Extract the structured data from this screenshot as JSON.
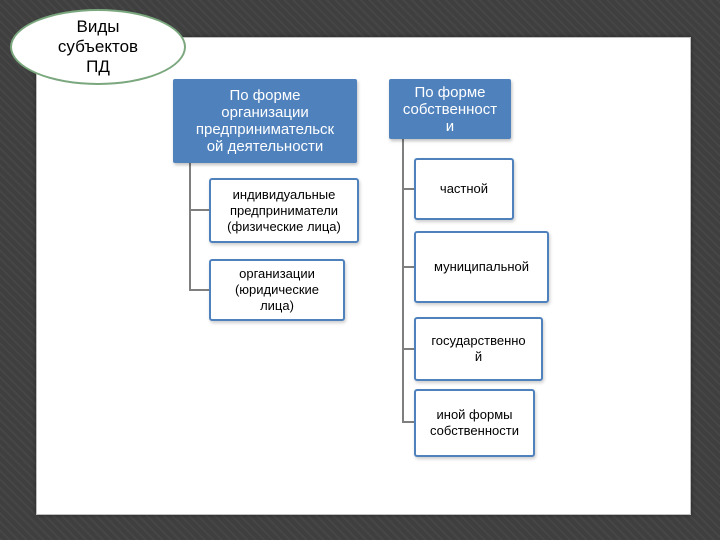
{
  "oval": {
    "label": "Виды\nсубъектов\nПД"
  },
  "left": {
    "header": "По форме\nорганизации\nпредпринимательск\nой деятельности",
    "items": [
      "индивидуальные\nпредприниматели\n(физические лица)",
      "организации\n(юридические\nлица)"
    ]
  },
  "right": {
    "header": "По форме\nсобственност\nи",
    "items": [
      "частной",
      "муниципальной",
      "государственно\nй",
      "иной формы\nсобственности"
    ]
  },
  "colors": {
    "header_fill": "#4f81bd",
    "child_border": "#4f81bd",
    "oval_border": "#7aa77d",
    "background": "#3f3f3f"
  }
}
